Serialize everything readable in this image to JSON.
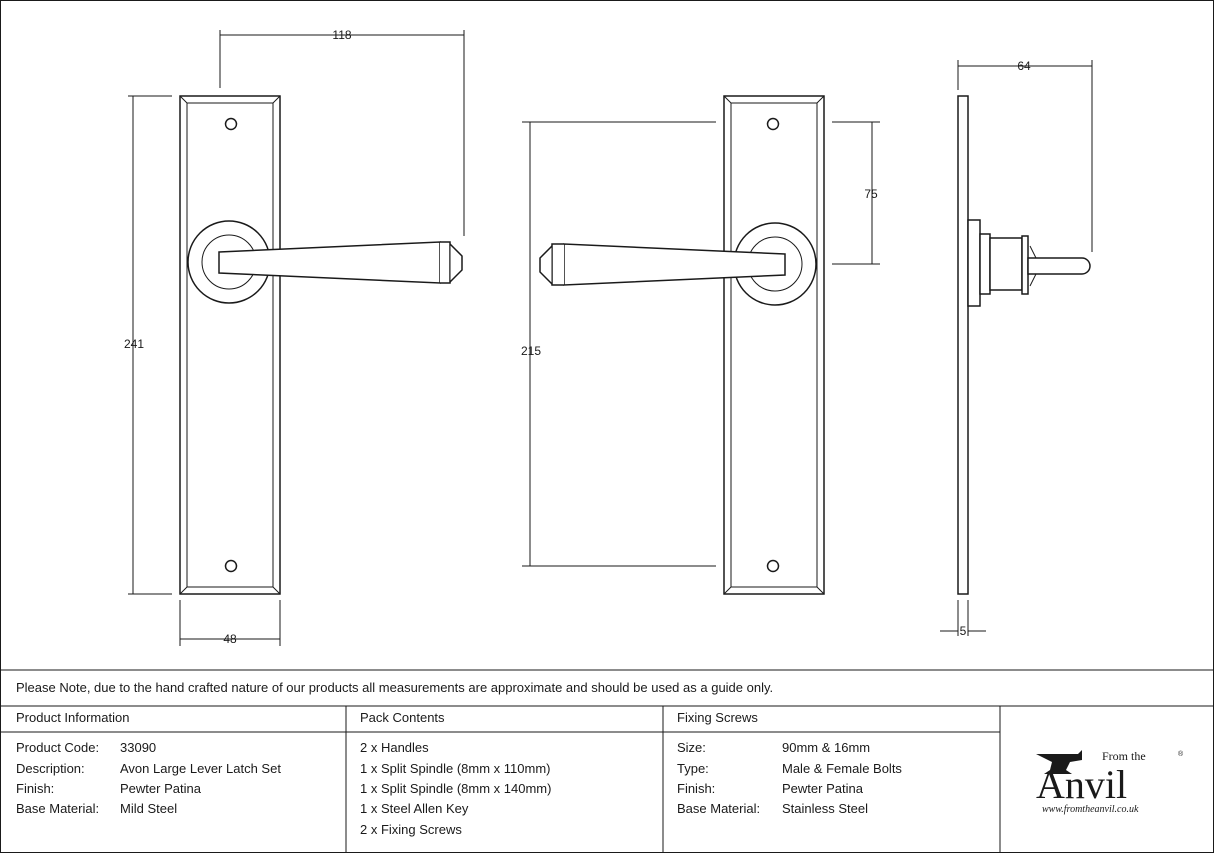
{
  "dimensions": {
    "front_width_top": "118",
    "front_height": "241",
    "front_width_bottom": "48",
    "rear_centres": "215",
    "rear_lever_height": "75",
    "side_projection": "64",
    "side_thickness": "5"
  },
  "note": "Please Note, due to the hand crafted nature of our products all measurements are approximate and should be used as a guide only.",
  "product_information": {
    "heading": "Product Information",
    "rows": [
      {
        "label": "Product Code:",
        "value": "33090"
      },
      {
        "label": "Description:",
        "value": "Avon Large Lever Latch Set"
      },
      {
        "label": "Finish:",
        "value": "Pewter Patina"
      },
      {
        "label": "Base Material:",
        "value": "Mild Steel"
      }
    ]
  },
  "pack_contents": {
    "heading": "Pack Contents",
    "items": [
      "2 x Handles",
      "1 x Split Spindle (8mm x 110mm)",
      "1 x Split Spindle (8mm x 140mm)",
      "1 x Steel Allen Key",
      "2 x Fixing Screws"
    ]
  },
  "fixing_screws": {
    "heading": "Fixing Screws",
    "rows": [
      {
        "label": "Size:",
        "value": "90mm & 16mm"
      },
      {
        "label": "Type:",
        "value": "Male & Female Bolts"
      },
      {
        "label": "Finish:",
        "value": "Pewter Patina"
      },
      {
        "label": "Base Material:",
        "value": "Stainless Steel"
      }
    ]
  },
  "logo": {
    "from_the": "From the",
    "brand": "Anvil",
    "registered": "®",
    "url": "www.fromtheanvil.co.uk"
  }
}
